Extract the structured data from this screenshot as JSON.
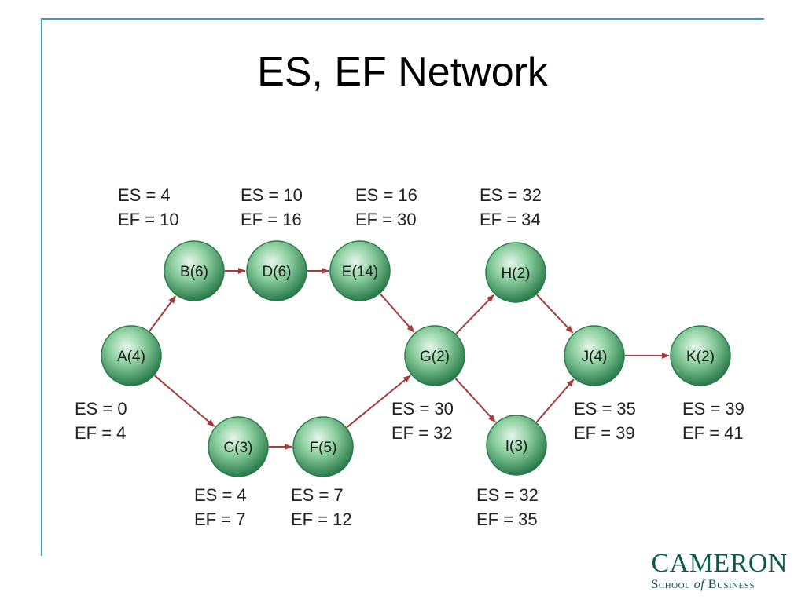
{
  "title": "ES, EF Network",
  "nodes": [
    {
      "id": "A",
      "label": "A(4)",
      "es_text": "ES = 0",
      "ef_text": "EF = 4"
    },
    {
      "id": "B",
      "label": "B(6)",
      "es_text": "ES = 4",
      "ef_text": "EF = 10"
    },
    {
      "id": "C",
      "label": "C(3)",
      "es_text": "ES = 4",
      "ef_text": "EF = 7"
    },
    {
      "id": "D",
      "label": "D(6)",
      "es_text": "ES = 10",
      "ef_text": "EF = 16"
    },
    {
      "id": "E",
      "label": "E(14)",
      "es_text": "ES = 16",
      "ef_text": "EF = 30"
    },
    {
      "id": "F",
      "label": "F(5)",
      "es_text": "ES = 7",
      "ef_text": "EF = 12"
    },
    {
      "id": "G",
      "label": "G(2)",
      "es_text": "ES = 30",
      "ef_text": "EF = 32"
    },
    {
      "id": "H",
      "label": "H(2)",
      "es_text": "ES = 32",
      "ef_text": "EF = 34"
    },
    {
      "id": "I",
      "label": "I(3)",
      "es_text": "ES = 32",
      "ef_text": "EF = 35"
    },
    {
      "id": "J",
      "label": "J(4)",
      "es_text": "ES = 35",
      "ef_text": "EF = 39"
    },
    {
      "id": "K",
      "label": "K(2)",
      "es_text": "ES = 39",
      "ef_text": "EF = 41"
    }
  ],
  "edges": [
    [
      "A",
      "B"
    ],
    [
      "A",
      "C"
    ],
    [
      "B",
      "D"
    ],
    [
      "D",
      "E"
    ],
    [
      "E",
      "G"
    ],
    [
      "C",
      "F"
    ],
    [
      "F",
      "G"
    ],
    [
      "G",
      "H"
    ],
    [
      "G",
      "I"
    ],
    [
      "H",
      "J"
    ],
    [
      "I",
      "J"
    ],
    [
      "J",
      "K"
    ]
  ],
  "colors": {
    "node_light": "#d4eedb",
    "node_mid": "#5fb07a",
    "node_dark": "#2a7a4a",
    "arrow": "#a83a3a",
    "frame": "#3a9ab4",
    "logo": "#0f5a4d"
  },
  "logo": {
    "main": "CAMERON",
    "school": "School",
    "of": "of",
    "business": "Business"
  }
}
